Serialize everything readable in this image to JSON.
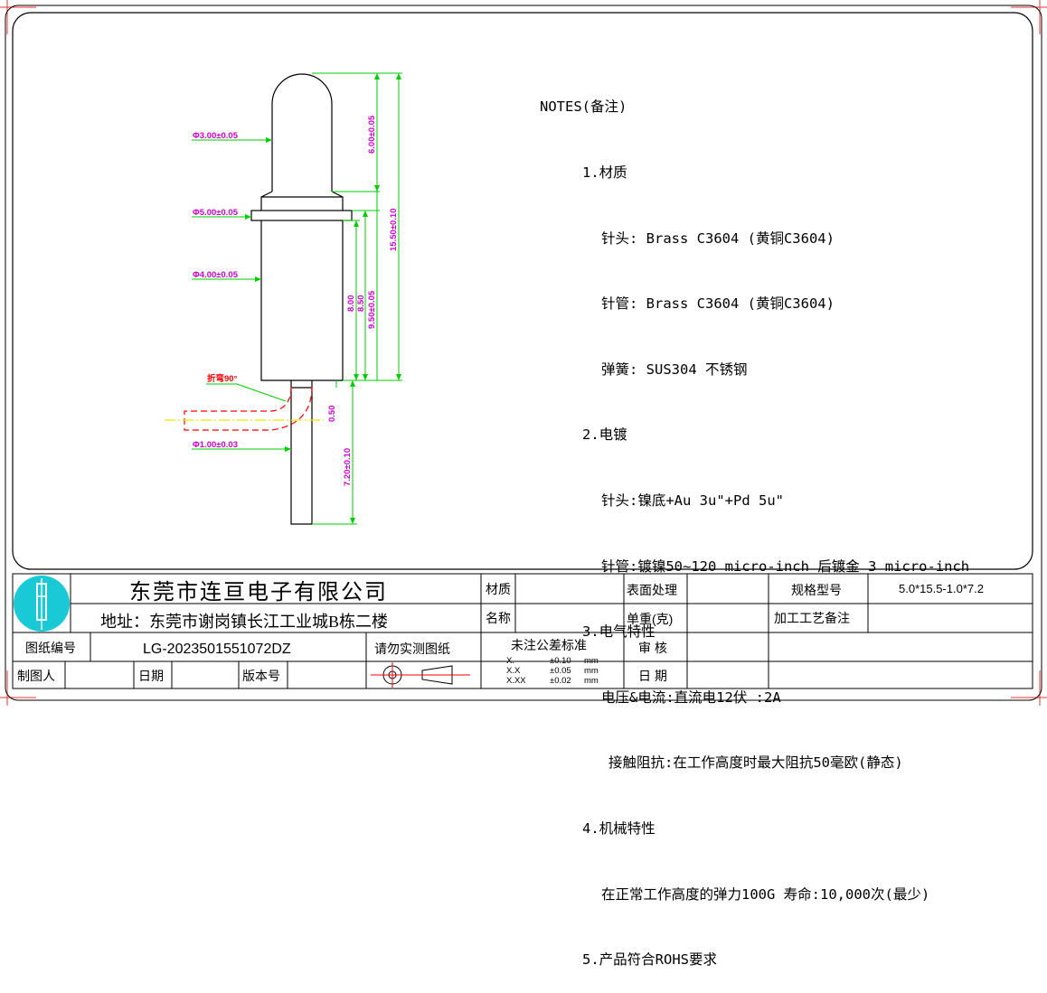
{
  "notes": {
    "title": "NOTES(备注)",
    "lines": [
      {
        "text": "1.材质",
        "level": 1
      },
      {
        "text": "针头: Brass C3604 (黄铜C3604)",
        "level": 2
      },
      {
        "text": "针管: Brass C3604 (黄铜C3604)",
        "level": 2
      },
      {
        "text": "弹簧: SUS304 不锈钢",
        "level": 2
      },
      {
        "text": "2.电镀",
        "level": 1
      },
      {
        "text": "针头:镍底+Au 3u\"+Pd 5u\"",
        "level": 2
      },
      {
        "text": "针管:镀镍50~120 micro-inch 后镀金 3 micro-inch",
        "level": 2
      },
      {
        "text": "3.电气特性",
        "level": 1
      },
      {
        "text": "电压&电流:直流电12伏 :2A",
        "level": 2
      },
      {
        "text": "接触阻抗:在工作高度时最大阻抗50毫欧(静态)",
        "level": 3
      },
      {
        "text": "4.机械特性",
        "level": 1
      },
      {
        "text": "在正常工作高度的弹力100G 寿命:10,000次(最少)",
        "level": 2
      },
      {
        "text": "5.产品符合ROHS要求",
        "level": 1
      }
    ]
  },
  "dimensions": {
    "d_tip": "Φ3.00±0.05",
    "d_flange": "Φ5.00±0.05",
    "d_body": "Φ4.00±0.05",
    "d_tail": "Φ1.00±0.03",
    "bend": "折弯90°",
    "h_tip": "6.00±0.05",
    "h_total": "15.50±0.10",
    "h_body1": "8.00",
    "h_body2": "8.50",
    "h_body3": "9.50±0.05",
    "h_neck": "0.50",
    "h_tail": "7.20±0.10"
  },
  "title_block": {
    "company": "东莞市连亘电子有限公司",
    "address": "地址：东莞市谢岗镇长江工业城B栋二楼",
    "material_label": "材质",
    "material_value": "",
    "name_label": "名称",
    "name_value": "",
    "surface_label": "表面处理",
    "weight_label": "单重(克)",
    "spec_label": "规格型号",
    "spec_value": "5.0*15.5-1.0*7.2",
    "process_label": "加工工艺备注",
    "drawing_no_label": "图纸编号",
    "drawing_no_value": "LG-2023501551072DZ",
    "measure_note": "请勿实测图纸",
    "tolerance_title": "未注公差标准",
    "tol": [
      {
        "k": "X.",
        "v": "±0.10",
        "u": "mm"
      },
      {
        "k": "X.X",
        "v": "±0.05",
        "u": "mm"
      },
      {
        "k": "X.XX",
        "v": "±0.02",
        "u": "mm"
      }
    ],
    "review_label": "审 核",
    "drafter_label": "制图人",
    "date_label": "日期",
    "version_label": "版本号",
    "date2_label": "日 期"
  },
  "colors": {
    "outline": "#000000",
    "dimension": "#00cc00",
    "dim_text": "#cc00cc",
    "bend": "#ff0000",
    "centerline": "#ffff00",
    "logo": "#19c9d6",
    "border_corner": "#e33"
  }
}
